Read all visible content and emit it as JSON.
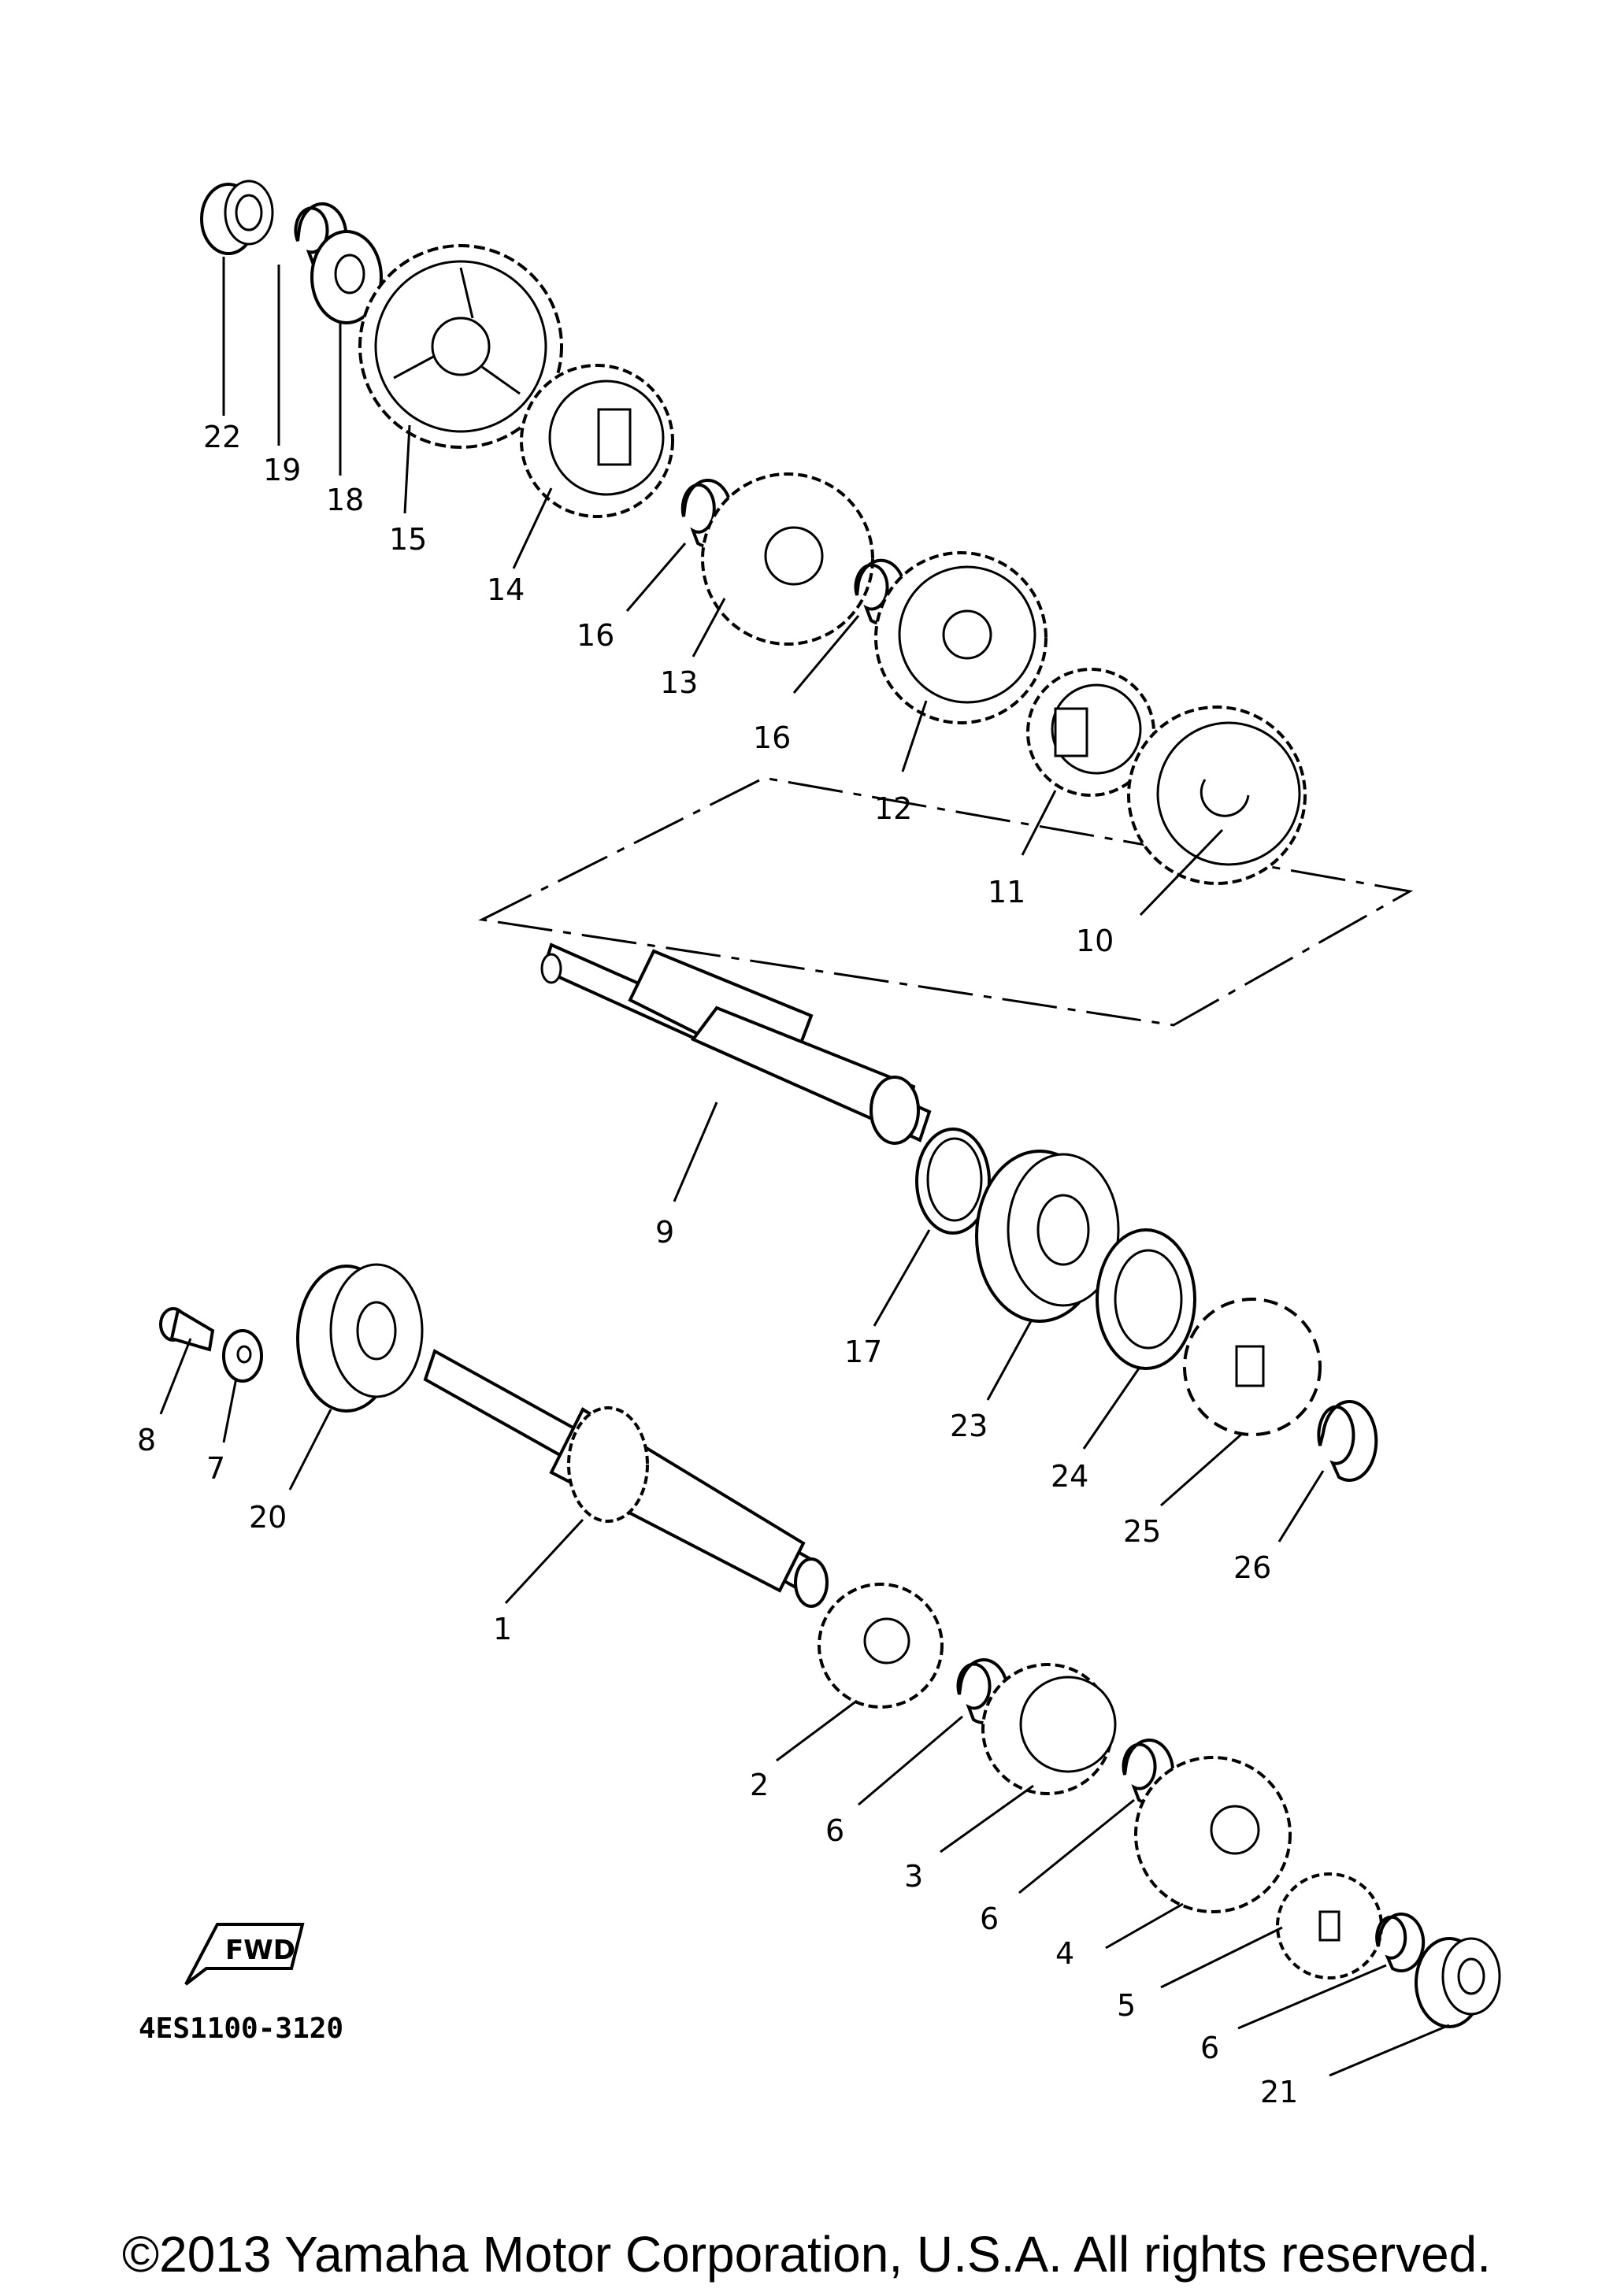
{
  "diagram": {
    "part_code": "4ES1100-3120",
    "fwd_label": "FWD",
    "callouts": [
      "1",
      "2",
      "3",
      "4",
      "5",
      "6",
      "7",
      "8",
      "9",
      "10",
      "11",
      "12",
      "13",
      "14",
      "15",
      "16",
      "17",
      "18",
      "19",
      "20",
      "21",
      "22",
      "23",
      "24",
      "25",
      "26"
    ]
  },
  "footer": {
    "copyright": "©2013 Yamaha Motor Corporation, U.S.A. All rights reserved."
  }
}
